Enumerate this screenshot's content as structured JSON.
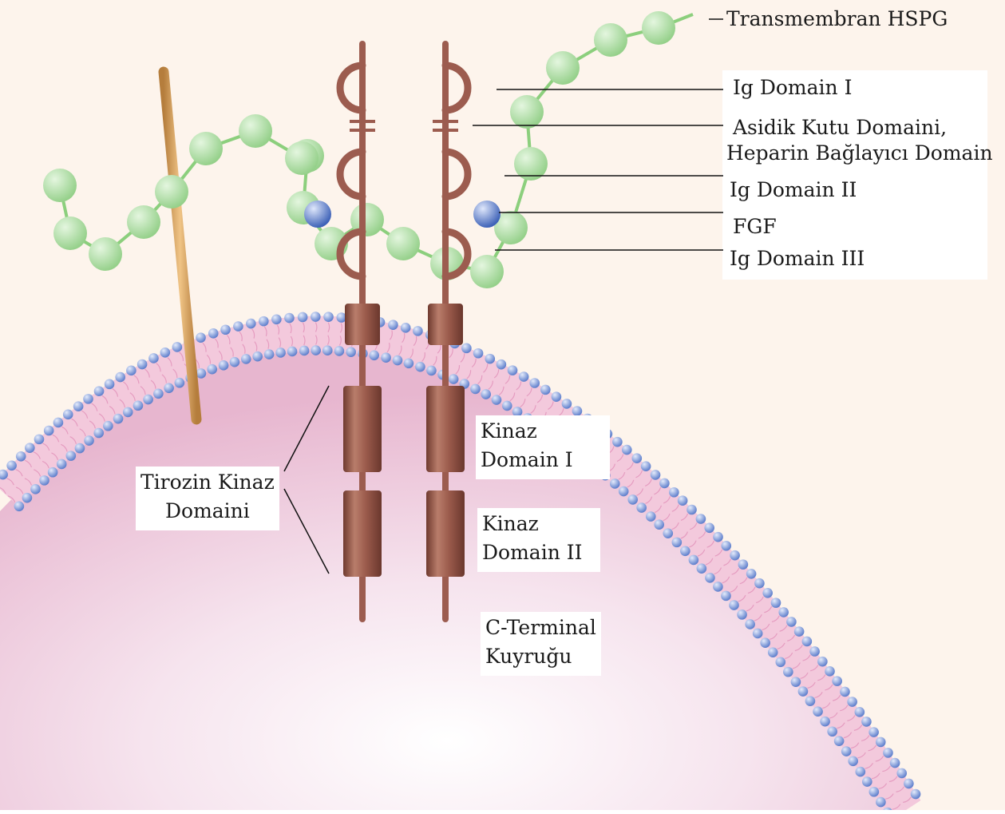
{
  "labels": {
    "transmembrane_hspg": "Transmembran HSPG",
    "ig_domain_1": "Ig Domain I",
    "acidic_box_line1": "Asidik Kutu Domaini,",
    "acidic_box_line2": "Heparin Bağlayıcı Domain",
    "ig_domain_2": "Ig Domain II",
    "fgf": "FGF",
    "ig_domain_3": "Ig Domain III",
    "tyrosine_kinase_line1": "Tirozin Kinaz",
    "tyrosine_kinase_line2": "Domaini",
    "kinase_1_line1": "Kinaz",
    "kinase_1_line2": "Domain I",
    "kinase_2_line1": "Kinaz",
    "kinase_2_line2": "Domain II",
    "c_terminal_line1": "C-Terminal",
    "c_terminal_line2": "Kuyruğu"
  },
  "colors": {
    "extracellular_bg": "#fdf4ec",
    "cytoplasm": "#ebbfd6",
    "phospholipid_head": "#7f97d6",
    "lipid_tail": "#e59cc0",
    "receptor_brown": "#9c5c4f",
    "hspg_bead": "#a8dca0",
    "hspg_chain": "#8ccf7d",
    "fgf_ball": "#5d86d0",
    "hspg_rod": "#d7a35f"
  }
}
